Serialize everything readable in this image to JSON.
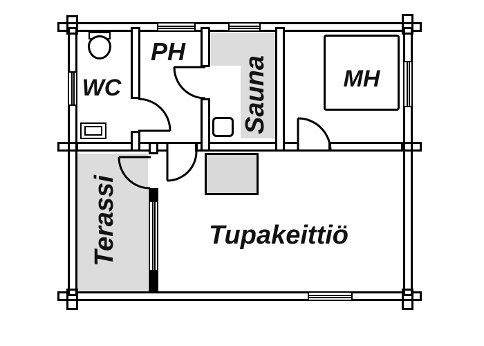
{
  "plan": {
    "type": "floor-plan",
    "rooms": {
      "wc": {
        "label": "WC"
      },
      "ph": {
        "label": "PH"
      },
      "sauna": {
        "label": "Sauna"
      },
      "mh": {
        "label": "MH"
      },
      "terassi": {
        "label": "Terassi"
      },
      "tupakeittio": {
        "label": "Tupakeittiö"
      }
    },
    "features": {
      "doors": [
        "wc-to-ph",
        "sauna-to-ph",
        "ph-to-tupakeittio",
        "mh-to-tupakeittio",
        "tupakeittio-to-terassi"
      ],
      "windows": [
        "top-wall-ph",
        "top-wall-sauna",
        "left-wall-wc",
        "right-wall-mh",
        "bottom-wall-tupakeittio",
        "terassi-wall"
      ],
      "fixtures": [
        "toilet",
        "sink",
        "sauna-benches",
        "sauna-stove",
        "bed",
        "fireplace"
      ]
    }
  },
  "colors": {
    "line": "#000000",
    "shaded_area": "#dcdcdc",
    "fireplace_fill": "#d9d9d9",
    "background": "#ffffff"
  }
}
